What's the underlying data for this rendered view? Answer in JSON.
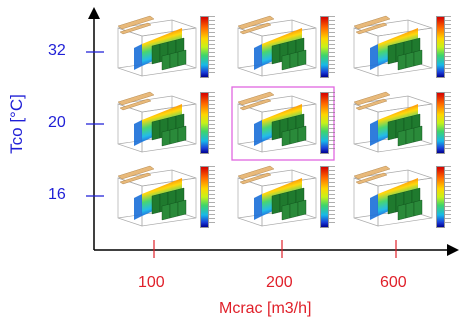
{
  "axes": {
    "xlabel": "Mcrac [m3/h]",
    "ylabel": "Tco [°C]",
    "x_ticks": [
      "100",
      "200",
      "600"
    ],
    "y_ticks": [
      "32",
      "20",
      "16"
    ],
    "x_color": "#e0202a",
    "y_color": "#1f1fd6",
    "axis_color": "#000000"
  },
  "grid": {
    "rows": 3,
    "cols": 3,
    "highlighted": {
      "row": "20",
      "col": "200"
    },
    "highlight_color": "#e066e0"
  },
  "thumbnail": {
    "kind": "3D room temperature field with rack rows and colorbar",
    "colormap": [
      "#d50000",
      "#ff6a00",
      "#ffd600",
      "#3ed46a",
      "#18b8e8",
      "#1a3fd8"
    ],
    "rack_color": "#1f7a2e",
    "duct_color": "#e8b97a"
  }
}
